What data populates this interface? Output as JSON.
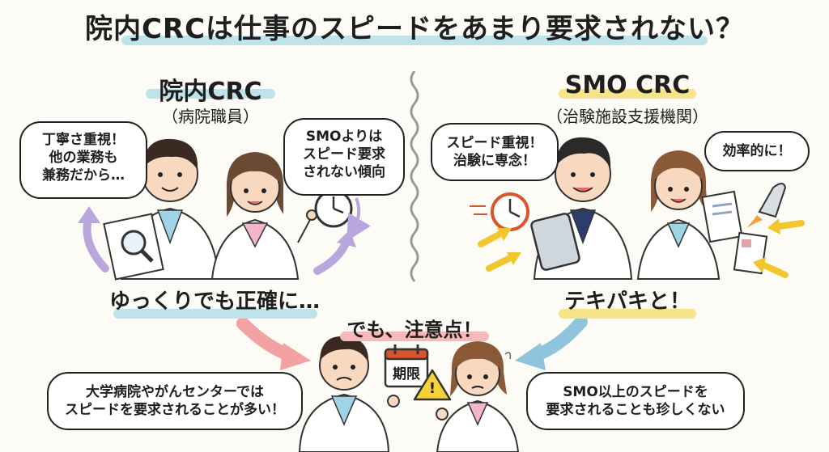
{
  "title": "院内CRCは仕事のスピードをあまり要求されない？",
  "left": {
    "heading": "院内CRC",
    "subheading": "（病院職員）",
    "bubble_man": "丁寧さ重視！\n他の業務も\n兼務だから…",
    "bubble_woman": "SMOよりは\nスピード要求\nされない傾向",
    "caption": "ゆっくりでも正確に…"
  },
  "right": {
    "heading": "SMO CRC",
    "subheading": "（治験施設支援機関）",
    "bubble_man": "スピード重視！\n治験に専念！",
    "bubble_woman": "効率的に！",
    "caption": "テキパキと！"
  },
  "bottom": {
    "title": "でも、注意点！",
    "calendar_label": "期限",
    "warning_symbol": "!",
    "bubble_left": "大学病院やがんセンターでは\nスピードを要求されることが多い！",
    "bubble_right": "SMO以上のスピードを\n要求されることも珍しくない"
  },
  "colors": {
    "highlight_blue": "#bfe3ea",
    "highlight_yellow": "#f6e38a",
    "highlight_pink": "#f5b9b9",
    "arrow_purple": "#b9a6dc",
    "arrow_yellow": "#f2c62f",
    "arrow_pink": "#f2a2a2",
    "arrow_blue": "#8fc4dc",
    "shirt_blue": "#9fd3e6",
    "shirt_pink": "#f3b6c8"
  },
  "icons": [
    "magnifier-icon",
    "clock-icon",
    "tablet-icon",
    "rocket-icon",
    "document-icon",
    "calendar-icon",
    "warning-icon"
  ]
}
